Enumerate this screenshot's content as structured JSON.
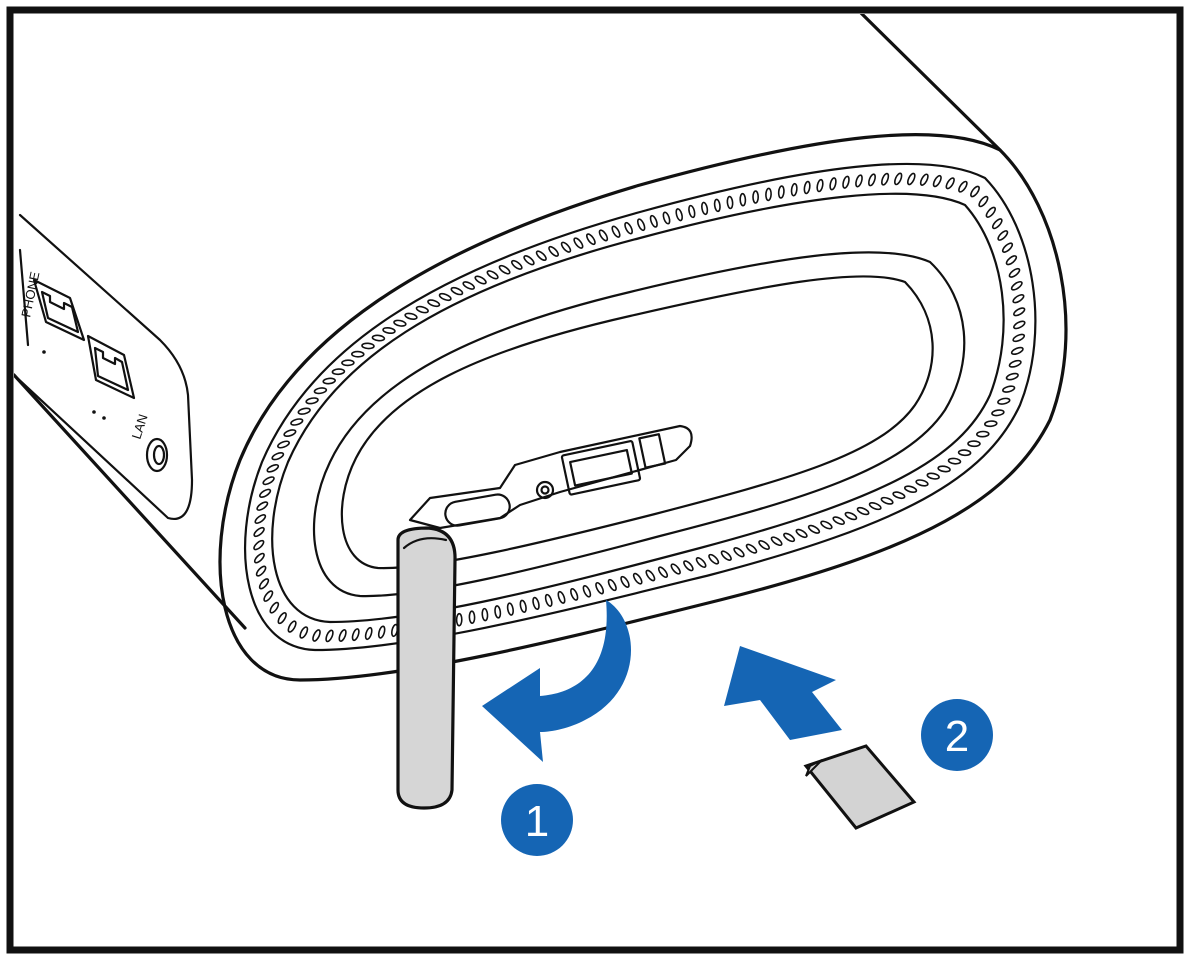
{
  "ports": {
    "phone_label": "PHONE",
    "lan_label": "LAN"
  },
  "steps": [
    {
      "number": "1",
      "action": "open-cover"
    },
    {
      "number": "2",
      "action": "insert-sim"
    }
  ],
  "icons": {
    "rotate_arrow": "curved-arrow-icon",
    "insert_arrow": "straight-arrow-icon",
    "sim": "sim-card-icon"
  },
  "colors": {
    "accent": "#1565b4",
    "line": "#111111",
    "cover_fill": "#d6d6d6",
    "sim_fill": "#d3d3d3",
    "frame": "#111111"
  }
}
